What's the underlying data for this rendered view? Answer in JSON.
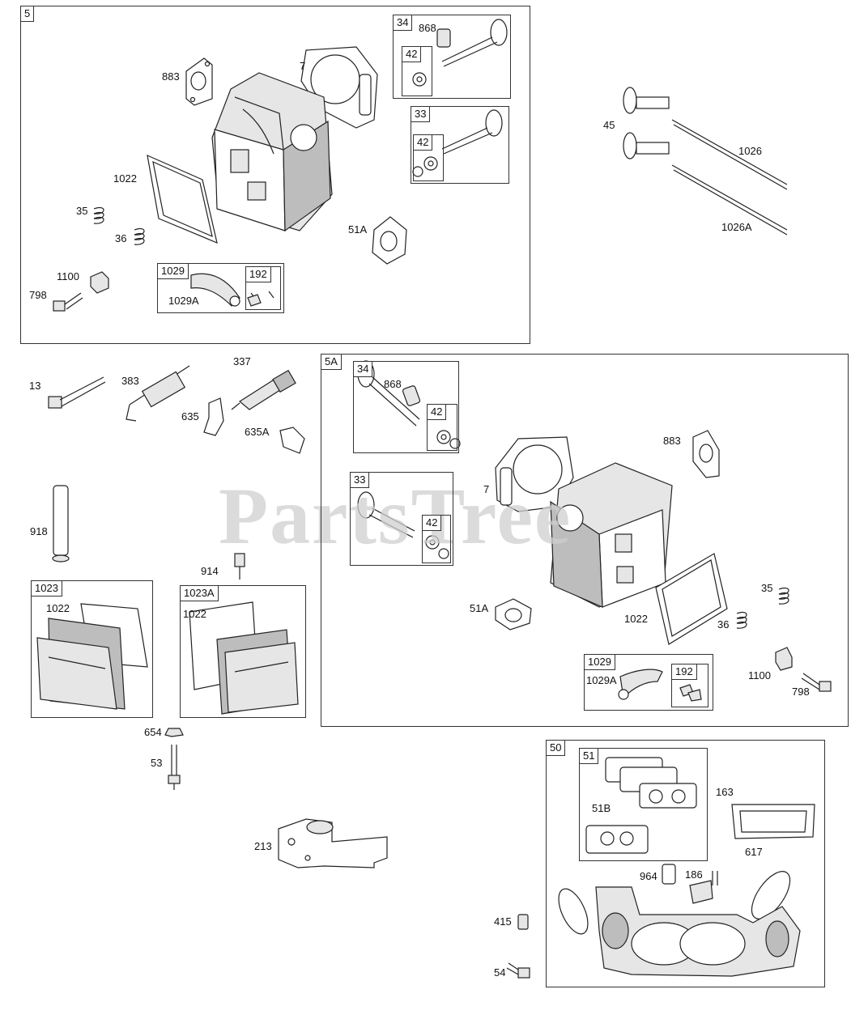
{
  "watermark": "PartsTree",
  "boxes": {
    "b5": "5",
    "b34": "34",
    "b42a": "42",
    "b33": "33",
    "b42b": "42",
    "b1029": "1029",
    "b192": "192",
    "b5a": "5A",
    "b34b": "34",
    "b42c": "42",
    "b33b": "33",
    "b42d": "42",
    "b1029b": "1029",
    "b192b": "192",
    "b1023": "1023",
    "b1023a": "1023A",
    "b50": "50",
    "b51": "51"
  },
  "labels": {
    "l883": "883",
    "l7": "7",
    "l868": "868",
    "l1022": "1022",
    "l35": "35",
    "l36": "36",
    "l51a": "51A",
    "l1100": "1100",
    "l798": "798",
    "l1029a": "1029A",
    "l45": "45",
    "l1026": "1026",
    "l1026a": "1026A",
    "l13": "13",
    "l383": "383",
    "l337": "337",
    "l635": "635",
    "l635a": "635A",
    "l918": "918",
    "l914": "914",
    "l1022b": "1022",
    "l1022c": "1022",
    "l654": "654",
    "l53": "53",
    "l213": "213",
    "l868b": "868",
    "l7b": "7",
    "l883b": "883",
    "l51ab": "51A",
    "l1022d": "1022",
    "l35b": "35",
    "l36b": "36",
    "l1029ab": "1029A",
    "l1100b": "1100",
    "l798b": "798",
    "l51b": "51B",
    "l163": "163",
    "l617": "617",
    "l964": "964",
    "l186": "186",
    "l415": "415",
    "l54": "54"
  }
}
